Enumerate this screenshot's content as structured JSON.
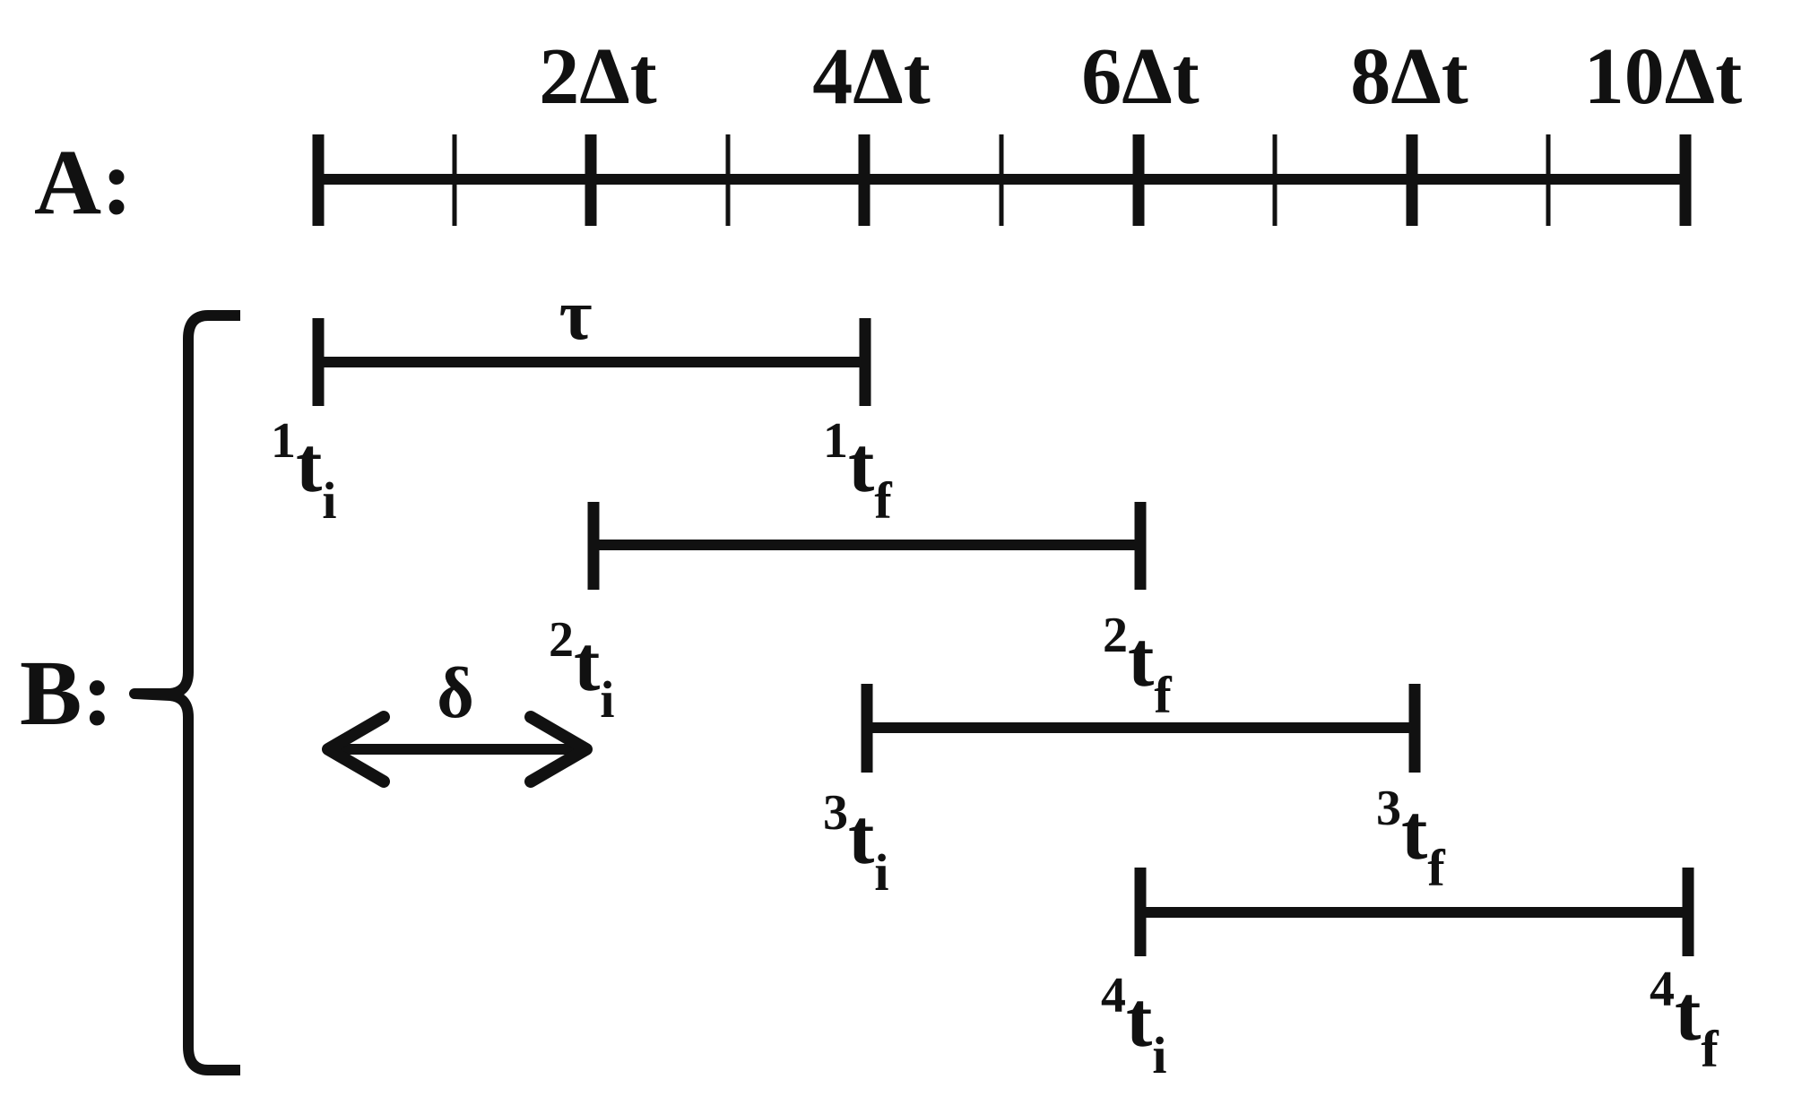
{
  "section_a": {
    "label": "A:",
    "ticks": [
      {
        "label": "2Δt"
      },
      {
        "label": "4Δt"
      },
      {
        "label": "6Δt"
      },
      {
        "label": "8Δt"
      },
      {
        "label": "10Δt"
      }
    ]
  },
  "section_b": {
    "label": "B:",
    "tau_label": "τ",
    "delta_label": "δ",
    "windows": [
      {
        "start": {
          "pre": "1",
          "base": "t",
          "sub": "i"
        },
        "end": {
          "pre": "1",
          "base": "t",
          "sub": "f"
        }
      },
      {
        "start": {
          "pre": "2",
          "base": "t",
          "sub": "i"
        },
        "end": {
          "pre": "2",
          "base": "t",
          "sub": "f"
        }
      },
      {
        "start": {
          "pre": "3",
          "base": "t",
          "sub": "i"
        },
        "end": {
          "pre": "3",
          "base": "t",
          "sub": "f"
        }
      },
      {
        "start": {
          "pre": "4",
          "base": "t",
          "sub": "i"
        },
        "end": {
          "pre": "4",
          "base": "t",
          "sub": "f"
        }
      }
    ]
  },
  "colors": {
    "ink": "#111111",
    "background": "#ffffff"
  }
}
